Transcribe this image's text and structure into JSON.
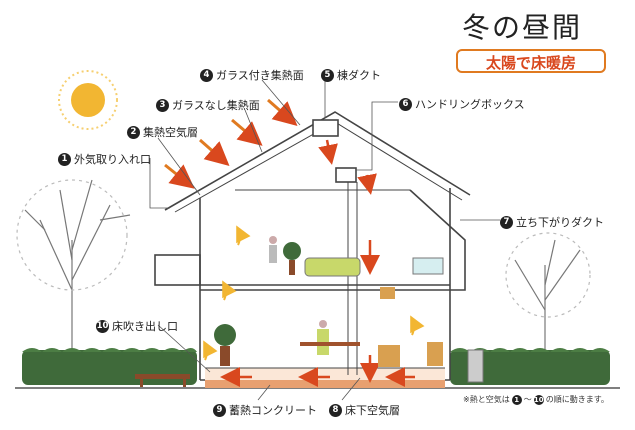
{
  "title": "冬の昼間",
  "subtitle": "太陽で床暖房",
  "colors": {
    "accent": "#e07a20",
    "air_flow": "#d9481e",
    "concrete": "#e8a070",
    "sun": "#f2b632"
  },
  "labels": [
    {
      "num": "1",
      "text": "外気取り入れ口"
    },
    {
      "num": "2",
      "text": "集熱空気層"
    },
    {
      "num": "3",
      "text": "ガラスなし集熱面"
    },
    {
      "num": "4",
      "text": "ガラス付き集熱面"
    },
    {
      "num": "5",
      "text": "棟ダクト"
    },
    {
      "num": "6",
      "text": "ハンドリングボックス"
    },
    {
      "num": "7",
      "text": "立ち下がりダクト"
    },
    {
      "num": "8",
      "text": "床下空気層"
    },
    {
      "num": "9",
      "text": "蓄熱コンクリート"
    },
    {
      "num": "10",
      "text": "床吹き出し口"
    }
  ],
  "note": {
    "prefix": "※熱と空気は",
    "from_num": "1",
    "tilde": "〜",
    "to_num": "10",
    "suffix": "の順に動きます。"
  }
}
